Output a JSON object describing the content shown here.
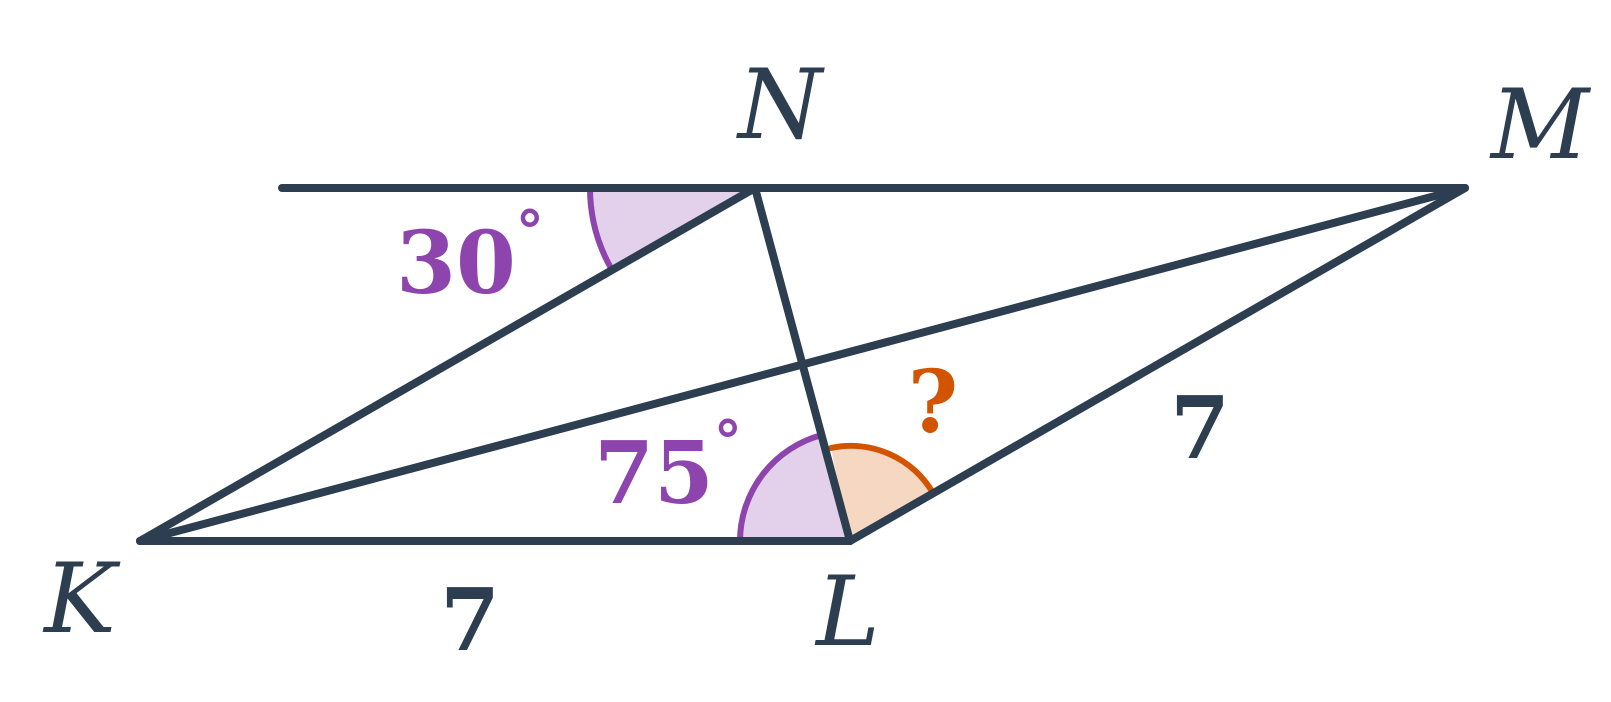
{
  "colors": {
    "line": "#2c3e50",
    "angle_given": "#8e44ad",
    "angle_given_fill": "#e3d0ea",
    "angle_unknown": "#d35400",
    "angle_unknown_fill": "#f6d8c2",
    "background": "#ffffff"
  },
  "vertices": {
    "N": "N",
    "M": "M",
    "K": "K",
    "L": "L"
  },
  "angles": {
    "top": {
      "value": "30",
      "unit": "°"
    },
    "bottom": {
      "value": "75",
      "unit": "°"
    },
    "unknown": {
      "text": "?"
    }
  },
  "sides": {
    "KL": "7",
    "LM": "7"
  }
}
